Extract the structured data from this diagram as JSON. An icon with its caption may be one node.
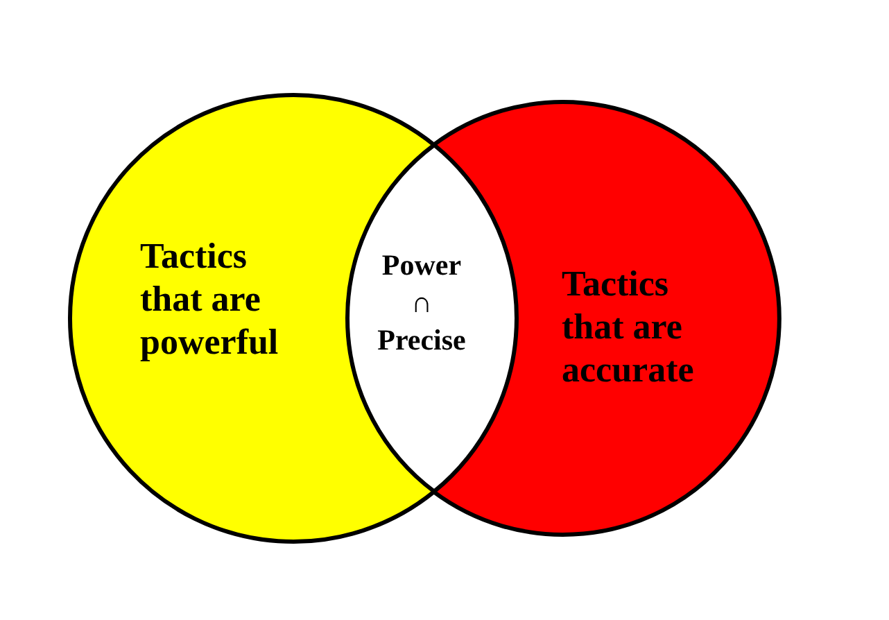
{
  "diagram": {
    "nodes": [
      {
        "text": [
          "Tactics that are powerful"
        ]
      },
      {
        "text": [
          "Power ∩ Precise"
        ]
      },
      {
        "text": [
          "Tactics that are accurate"
        ]
      }
    ]
  }
}
